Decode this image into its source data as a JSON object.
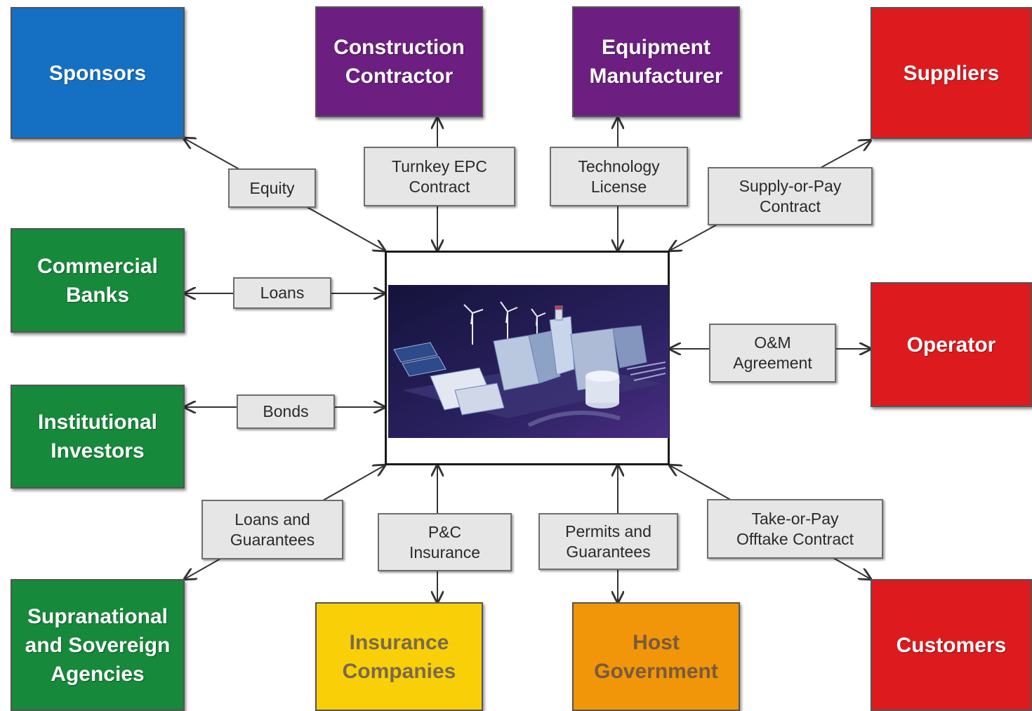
{
  "parties": {
    "sponsors": "Sponsors",
    "construction_contractor": "Construction\nContractor",
    "equipment_manufacturer": "Equipment\nManufacturer",
    "suppliers": "Suppliers",
    "commercial_banks": "Commercial\nBanks",
    "operator": "Operator",
    "institutional_investors": "Institutional\nInvestors",
    "supranational_agencies": "Supranational\nand Sovereign\nAgencies",
    "insurance_companies": "Insurance\nCompanies",
    "host_government": "Host\nGovernment",
    "customers": "Customers"
  },
  "relationships": {
    "equity": "Equity",
    "turnkey_epc": "Turnkey EPC\nContract",
    "technology_license": "Technology\nLicense",
    "supply_or_pay": "Supply-or-Pay\nContract",
    "loans": "Loans",
    "om_agreement": "O&M\nAgreement",
    "bonds": "Bonds",
    "loans_guarantees": "Loans and\nGuarantees",
    "pc_insurance": "P&C\nInsurance",
    "permits_guarantees": "Permits and\nGuarantees",
    "take_or_pay": "Take-or-Pay\nOfftake Contract"
  },
  "colors": {
    "sponsor_blue": "#1570c4",
    "contractor_purple": "#6c1f80",
    "commercial_red": "#dd1a1e",
    "finance_green": "#16893a",
    "insurance_yellow": "#f9cf08",
    "government_orange": "#f09608",
    "label_gray": "#e6e6e6"
  },
  "center_image": "power-plant-illustration"
}
